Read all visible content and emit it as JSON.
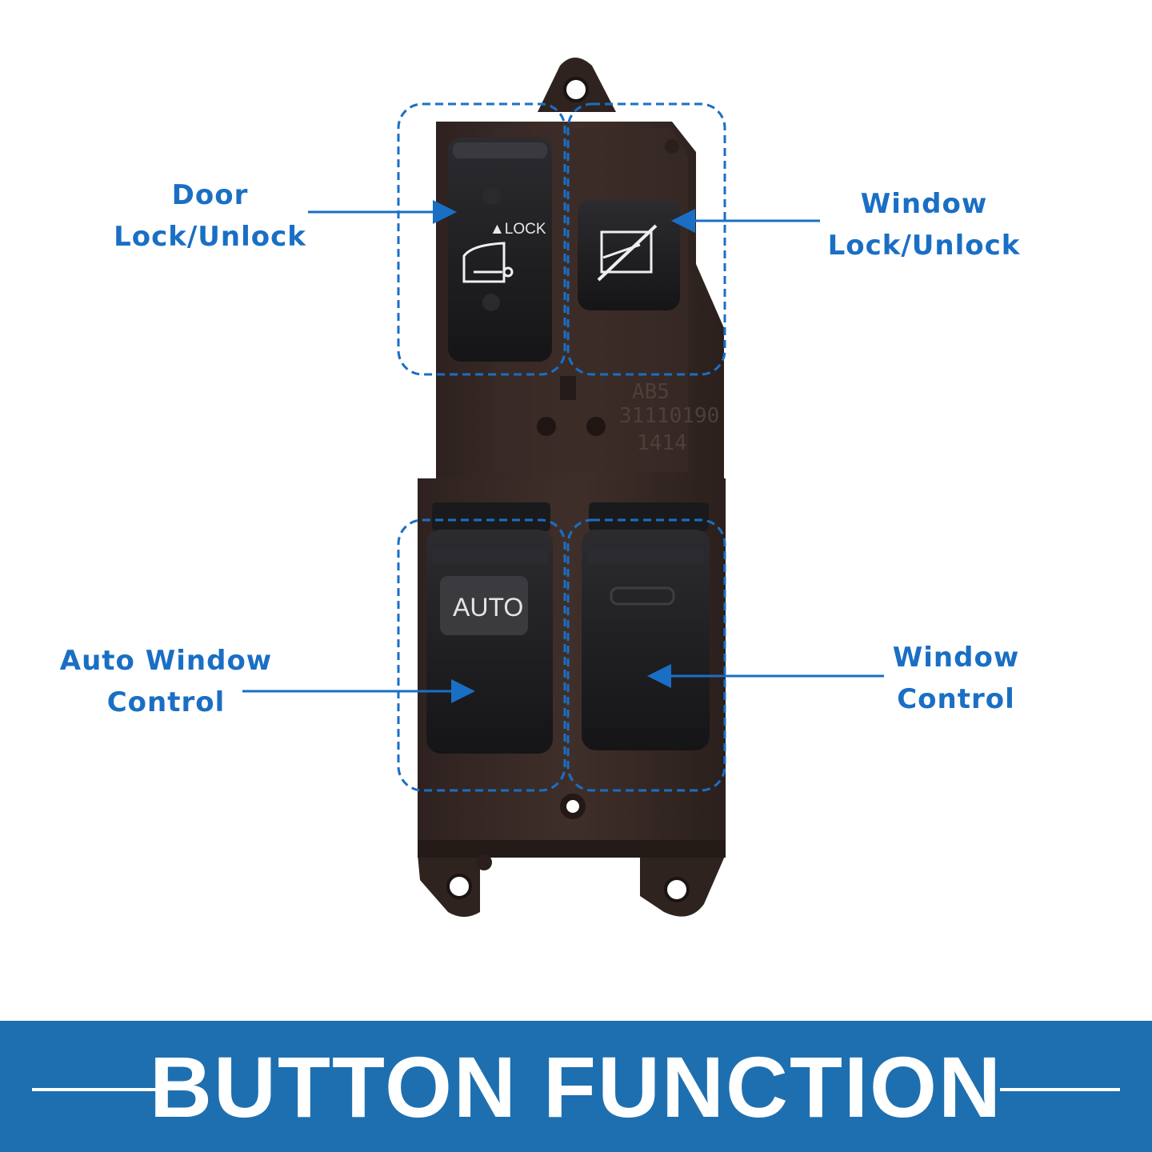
{
  "labels": {
    "door_lock_line1": "Door",
    "door_lock_line2": "Lock/Unlock",
    "window_lock_line1": "Window",
    "window_lock_line2": "Lock/Unlock",
    "auto_window_line1": "Auto Window",
    "auto_window_line2": "Control",
    "window_control_line1": "Window",
    "window_control_line2": "Control"
  },
  "switch_markings": {
    "lock_text": "▲LOCK",
    "auto_text": "AUTO",
    "molded_code_1": "AB5",
    "molded_code_2": "31110190",
    "molded_code_3": "1414"
  },
  "banner": {
    "title": "BUTTON FUNCTION"
  },
  "colors": {
    "accent": "#1a6fc4",
    "banner": "#1e6fb0",
    "housing": "#3a2a26",
    "button": "#1f1f22"
  }
}
